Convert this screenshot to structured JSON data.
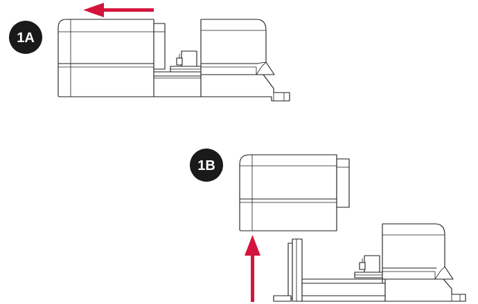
{
  "steps": [
    {
      "label": "1A",
      "direction": "left"
    },
    {
      "label": "1B",
      "direction": "up"
    }
  ],
  "colors": {
    "arrow": "#d3143c",
    "badge": "#1a1a1a",
    "badge_text": "#ffffff",
    "outline": "#1a1a1a"
  }
}
